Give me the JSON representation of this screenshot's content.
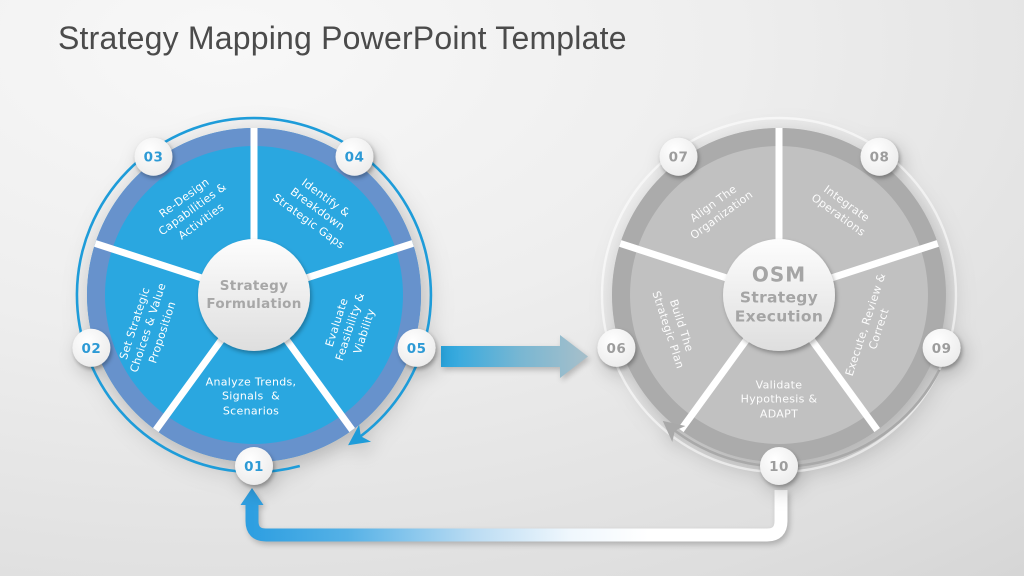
{
  "slide": {
    "title": "Strategy Mapping PowerPoint Template"
  },
  "left_wheel": {
    "hub_lines": "Strategy\nFormulation",
    "segments": [
      {
        "num": "01",
        "label": "Analyze Trends,\nSignals  &\nScenarios"
      },
      {
        "num": "02",
        "label": "Set Strategic\nChoices & Value\nProposition"
      },
      {
        "num": "03",
        "label": "Re-Design\nCapabilities &\nActivities"
      },
      {
        "num": "04",
        "label": "Identify &\nBreakdown\nStrategic Gaps"
      },
      {
        "num": "05",
        "label": "Evaluate\nFeasibility &\nViability"
      }
    ]
  },
  "right_wheel": {
    "hub_title": "OSM",
    "hub_lines": "Strategy\nExecution",
    "segments": [
      {
        "num": "06",
        "label": "Build The\nStrategic Plan"
      },
      {
        "num": "07",
        "label": "Align The\nOrganization"
      },
      {
        "num": "08",
        "label": "Integrate\nOperations"
      },
      {
        "num": "09",
        "label": "Execute, Review &\nCorrect"
      },
      {
        "num": "10",
        "label": "Validate\nHypothesis &\nADAPT"
      }
    ]
  },
  "colors": {
    "blue_segment": "#2aa7e0",
    "blue_ring": "#6792cc",
    "gray_segment": "#c1c1c1",
    "gray_ring": "#ababab",
    "hub_text": "#a7a7a7",
    "badge_blue_text": "#2d9ad5",
    "badge_gray_text": "#9d9d9d",
    "arrow_blue": "#2aa7e1",
    "arrow_gray_blue": "#a7bfca",
    "title_text": "#4b4b4b"
  }
}
